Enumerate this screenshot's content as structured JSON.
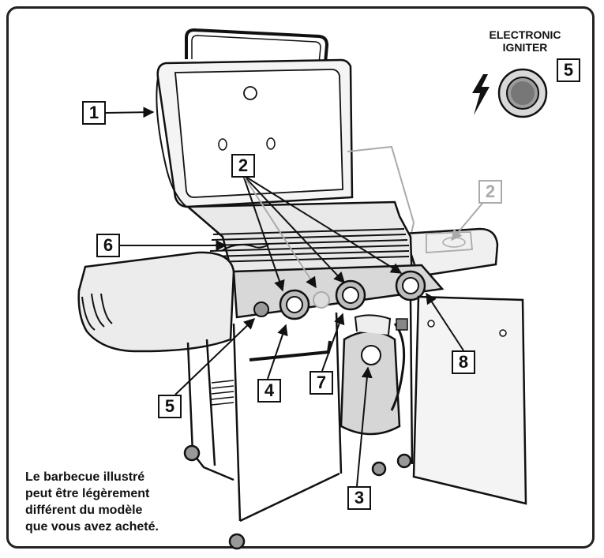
{
  "igniter": {
    "title_line1": "ELECTRONIC",
    "title_line2": "IGNITER",
    "number": "5",
    "icons": [
      "lightning-bolt-icon",
      "igniter-button-icon"
    ]
  },
  "callouts": {
    "lid": "1",
    "burners": "2",
    "side_burner": "2",
    "tank_scale": "3",
    "control_knob": "4",
    "igniter_button": "5",
    "warming_rack": "6",
    "crossover_knob": "7",
    "side_knob": "8"
  },
  "note": {
    "line1": "Le barbecue illustré",
    "line2": "peut être légèrement",
    "line3": "différent du modèle",
    "line4": "que vous avez acheté."
  },
  "colors": {
    "ink": "#111111",
    "muted_callout": "#aaaaaa",
    "background": "#ffffff"
  }
}
